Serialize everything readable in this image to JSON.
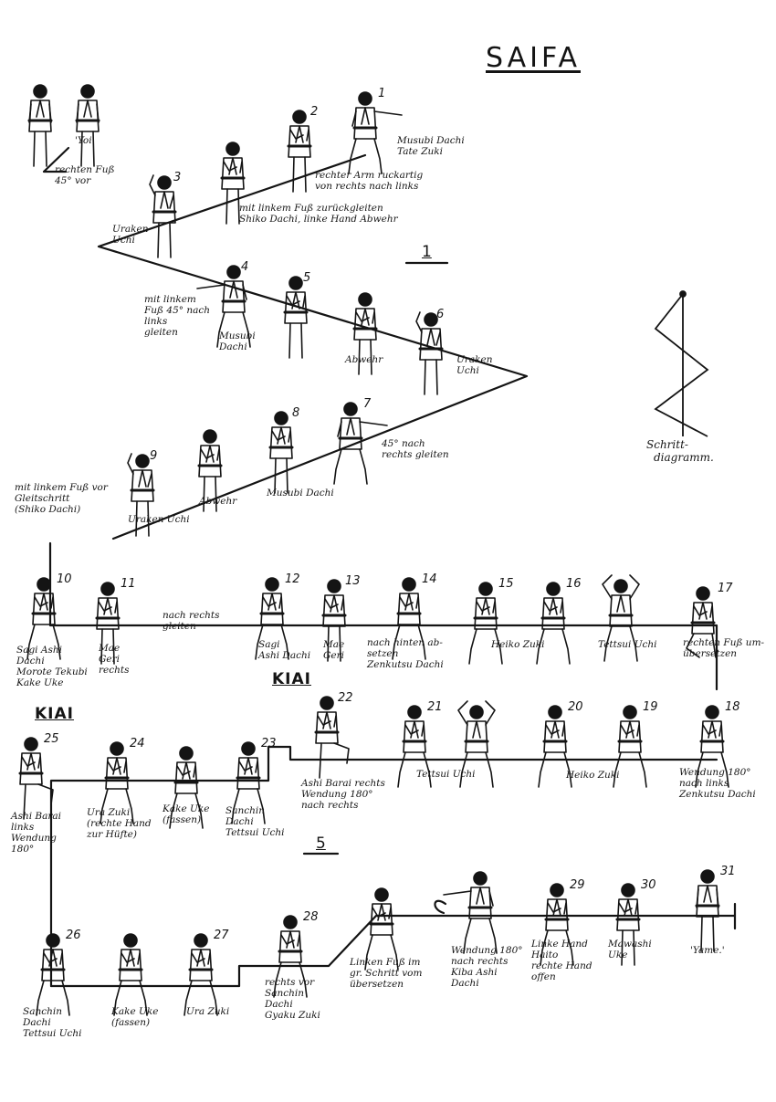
{
  "title": "SAIFA",
  "section_markers": [
    "1",
    "5"
  ],
  "kiai": [
    "KIAI",
    "KIAI"
  ],
  "diagram_label": [
    "Schritt-",
    "diagramm."
  ],
  "labels": {
    "yoi": "'Yoi'",
    "yame": "'Yame.'",
    "rechten_fuss": [
      "rechten Fuß",
      "45° vor"
    ],
    "l1": [
      "Musubi Dachi",
      "Tate Zuki"
    ],
    "l2": [
      "rechter Arm ruckartig",
      "von rechts nach links"
    ],
    "l3": [
      "mit linkem Fuß zurückgleiten",
      "Shiko Dachi, linke Hand Abwehr"
    ],
    "uraken_a": [
      "Uraken",
      "Uchi"
    ],
    "mit_linkem_45": [
      "mit linkem",
      "Fuß 45° nach",
      "links",
      "gleiten"
    ],
    "musubi_dachi_a": [
      "Musubi",
      "Dachi"
    ],
    "abwehr_a": "Abwehr",
    "uraken_b": [
      "Uraken",
      "Uchi"
    ],
    "gleiten_45_rechts": [
      "45° nach",
      "rechts gleiten"
    ],
    "musubi_dachi_b": "Musubi Dachi",
    "abwehr_b": "Abwehr",
    "uraken_c": "Uraken Uchi",
    "gleitschritt": [
      "mit linkem Fuß vor",
      "Gleitschritt",
      "(Shiko Dachi)"
    ],
    "sagi_ashi_10": [
      "Sagi Ashi",
      "Dachi",
      "Morote Tekubi",
      "Kake Uke"
    ],
    "mae_geri_11": [
      "Mae",
      "Geri",
      "rechts"
    ],
    "nach_rechts_gleiten": [
      "nach rechts",
      "gleiten"
    ],
    "sagi_ashi_12": [
      "Sagi",
      "Ashi Dachi"
    ],
    "mae_geri_13": [
      "Mae",
      "Geri"
    ],
    "nach_hinten": [
      "nach hinten ab-",
      "setzen",
      "Zenkutsu Dachi"
    ],
    "heiko_zuki_a": "Heiko Zuki",
    "tettsui_a": "Tettsui Uchi",
    "rechten_fuss_umsetzen": [
      "rechten Fuß um-",
      "übersetzen"
    ],
    "tettsui_b": "Tettsui Uchi",
    "heiko_zuki_b": "Heiko Zuki",
    "wendung_18": [
      "Wendung 180°",
      "nach links",
      "Zenkutsu Dachi"
    ],
    "ashi_barai_22": [
      "Ashi Barai rechts",
      "Wendung 180°",
      "nach rechts"
    ],
    "ashi_barai_25": [
      "Ashi Barai",
      "links",
      "Wendung",
      "180°"
    ],
    "ura_zuki_24": [
      "Ura Zuki",
      "(rechte Hand",
      "zur Hüfte)"
    ],
    "kake_uke_23b": [
      "Kake Uke",
      "(fassen)"
    ],
    "sanchin_23": [
      "Sanchin",
      "Dachi",
      "Tettsui Uchi"
    ],
    "sanchin_26": [
      "Sanchin",
      "Dachi",
      "Tettsui Uchi"
    ],
    "kake_uke_27b": [
      "Kake Uke",
      "(fassen)"
    ],
    "ura_zuki_27": "Ura Zuki",
    "rechts_vor_28": [
      "rechts vor",
      "Sanchin",
      "Dachi",
      "Gyaku Zuki"
    ],
    "linken_fuss": [
      "Linken Fuß im",
      "gr. Schritt vom",
      "übersetzen"
    ],
    "wendung_29a": [
      "Wendung 180°",
      "nach rechts",
      "Kiba Ashi",
      "Dachi"
    ],
    "linke_hand_29": [
      "Linke Hand",
      "Haito",
      "rechte Hand",
      "offen"
    ],
    "mawashi_30": [
      "Mawashi",
      "Uke"
    ]
  },
  "figures": [
    {
      "id": "yoi-a",
      "n": ""
    },
    {
      "id": "yoi-b",
      "n": ""
    },
    {
      "id": "f1",
      "n": "1"
    },
    {
      "id": "f2",
      "n": "2"
    },
    {
      "id": "f2b",
      "n": ""
    },
    {
      "id": "f3",
      "n": "3"
    },
    {
      "id": "f4",
      "n": "4"
    },
    {
      "id": "f5",
      "n": "5"
    },
    {
      "id": "f5b",
      "n": ""
    },
    {
      "id": "f6",
      "n": "6"
    },
    {
      "id": "f7",
      "n": "7"
    },
    {
      "id": "f8",
      "n": "8"
    },
    {
      "id": "f8b",
      "n": ""
    },
    {
      "id": "f9",
      "n": "9"
    },
    {
      "id": "f10",
      "n": "10"
    },
    {
      "id": "f11",
      "n": "11"
    },
    {
      "id": "f12",
      "n": "12"
    },
    {
      "id": "f13",
      "n": "13"
    },
    {
      "id": "f14",
      "n": "14"
    },
    {
      "id": "f15",
      "n": "15"
    },
    {
      "id": "f16",
      "n": "16"
    },
    {
      "id": "f16b",
      "n": ""
    },
    {
      "id": "f17",
      "n": "17"
    },
    {
      "id": "f18",
      "n": "18"
    },
    {
      "id": "f19",
      "n": "19"
    },
    {
      "id": "f20",
      "n": "20"
    },
    {
      "id": "f21b",
      "n": ""
    },
    {
      "id": "f21",
      "n": "21"
    },
    {
      "id": "f22",
      "n": "22"
    },
    {
      "id": "f23",
      "n": "23"
    },
    {
      "id": "f23b",
      "n": ""
    },
    {
      "id": "f24",
      "n": "24"
    },
    {
      "id": "f25",
      "n": "25"
    },
    {
      "id": "f26",
      "n": "26"
    },
    {
      "id": "f27b",
      "n": ""
    },
    {
      "id": "f27",
      "n": "27"
    },
    {
      "id": "f28",
      "n": "28"
    },
    {
      "id": "f28b",
      "n": ""
    },
    {
      "id": "f29a",
      "n": ""
    },
    {
      "id": "f29",
      "n": "29"
    },
    {
      "id": "f30",
      "n": "30"
    },
    {
      "id": "f31",
      "n": "31"
    }
  ]
}
